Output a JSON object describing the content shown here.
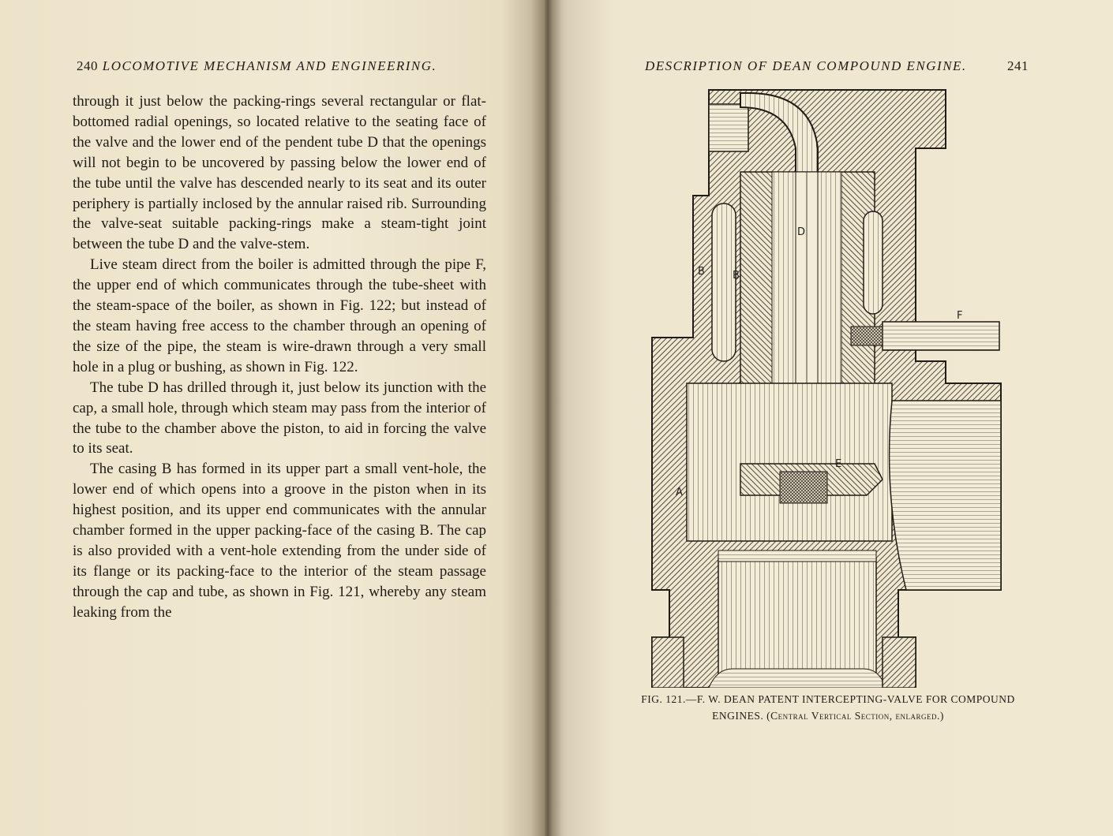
{
  "left_page": {
    "page_number": "240",
    "running_head": "LOCOMOTIVE MECHANISM AND ENGINEERING.",
    "paragraphs": [
      "through it just below the packing-rings several rectangular or flat-bottomed radial openings, so located relative to the seating face of the valve and the lower end of the pendent tube D that the openings will not begin to be uncovered by passing below the lower end of the tube until the valve has descended nearly to its seat and its outer periphery is partially inclosed by the annular raised rib. Surrounding the valve-seat suitable packing-rings make a steam-tight joint between the tube D and the valve-stem.",
      "Live steam direct from the boiler is admitted through the pipe F, the upper end of which communicates through the tube-sheet with the steam-space of the boiler, as shown in Fig. 122; but instead of the steam having free access to the chamber through an opening of the size of the pipe, the steam is wire-drawn through a very small hole in a plug or bushing, as shown in Fig. 122.",
      "The tube D has drilled through it, just below its junction with the cap, a small hole, through which steam may pass from the interior of the tube to the chamber above the piston, to aid in forcing the valve to its seat.",
      "The casing B has formed in its upper part a small vent-hole, the lower end of which opens into a groove in the piston when in its highest position, and its upper end communicates with the annular chamber formed in the upper packing-face of the casing B. The cap is also provided with a vent-hole extending from the under side of its flange or its packing-face to the interior of the steam passage through the cap and tube, as shown in Fig. 121, whereby any steam leaking from the"
    ]
  },
  "right_page": {
    "page_number": "241",
    "running_head": "DESCRIPTION OF DEAN COMPOUND ENGINE.",
    "figure": {
      "labels": {
        "D": "D",
        "B1": "B",
        "B2": "B",
        "F": "F",
        "A": "A",
        "E": "E"
      }
    },
    "caption_line1": "FIG. 121.—F. W. DEAN PATENT INTERCEPTING-VALVE FOR COMPOUND",
    "caption_line2": "ENGINES. (Central Vertical Section, enlarged.)"
  }
}
